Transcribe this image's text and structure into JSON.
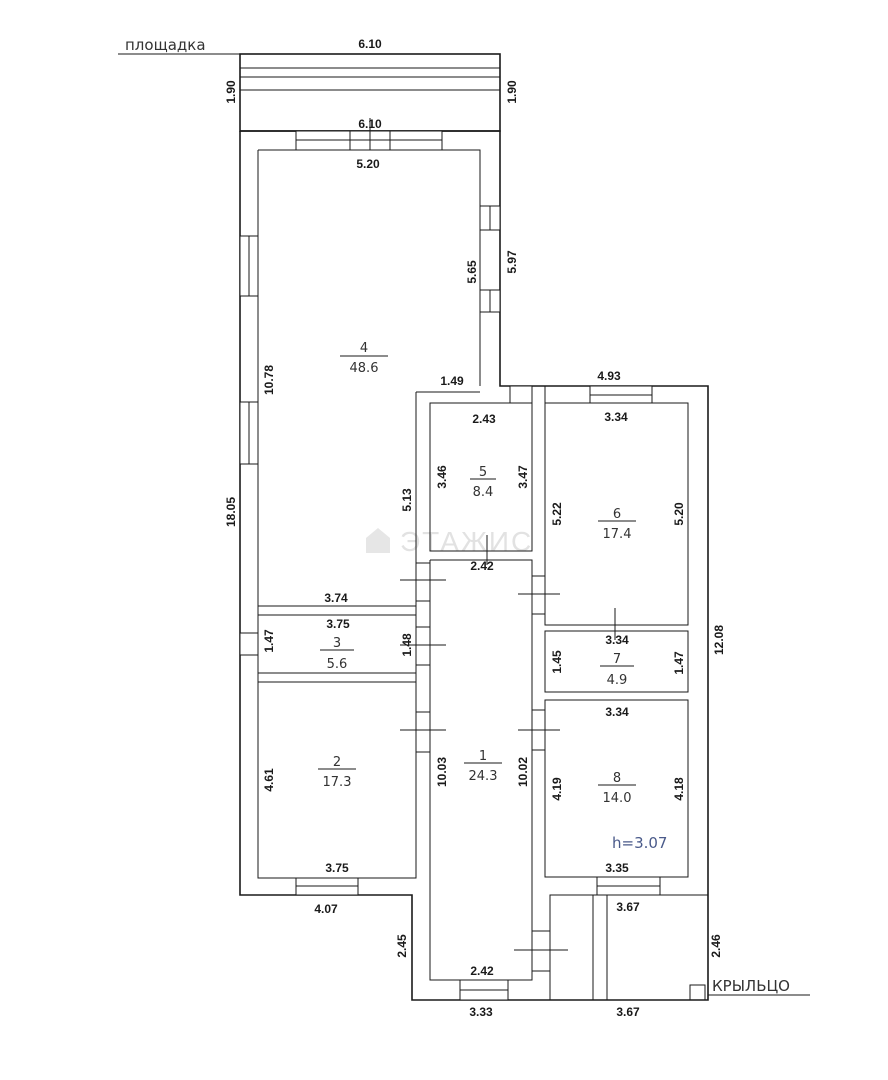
{
  "labels": {
    "terrace": "площадка",
    "porch": "КРЫЛЬЦО",
    "ceiling_height": "h=3.07",
    "watermark": "ЭТАЖИС"
  },
  "rooms": [
    {
      "num": "1",
      "area": "24.3"
    },
    {
      "num": "2",
      "area": "17.3"
    },
    {
      "num": "3",
      "area": "5.6"
    },
    {
      "num": "4",
      "area": "48.6"
    },
    {
      "num": "5",
      "area": "8.4"
    },
    {
      "num": "6",
      "area": "17.4"
    },
    {
      "num": "7",
      "area": "4.9"
    },
    {
      "num": "8",
      "area": "14.0"
    }
  ],
  "dims": {
    "terrace_width": "6.10",
    "terrace_depth_left": "1.90",
    "terrace_depth_right": "1.90",
    "room4_outer_width": "6.10",
    "room4_inner_width": "5.20",
    "room4_right_wall": "5.65",
    "room4_right_outer": "5.97",
    "room4_left_height": "10.78",
    "room4_step_width": "1.49",
    "left_total_height": "18.05",
    "right_total_height": "12.08",
    "room5_width_top": "2.43",
    "room5_height_left": "3.46",
    "room5_height_right": "3.47",
    "room5_width_bottom": "2.42",
    "hall_left_upper": "5.13",
    "room6_outer_width": "4.93",
    "room6_width": "3.34",
    "room6_height_left": "5.22",
    "room6_height_right": "5.20",
    "room3_top_outer": "3.74",
    "room3_width": "3.75",
    "room3_height_left": "1.47",
    "room3_height_right": "1.48",
    "room7_width": "3.34",
    "room7_height_left": "1.45",
    "room7_height_right": "1.47",
    "room8_width_top": "3.34",
    "room8_height_left": "4.19",
    "room8_height_right": "4.18",
    "room8_width_bottom": "3.35",
    "room2_height": "4.61",
    "room2_width": "3.75",
    "room1_height_left": "10.03",
    "room1_height_right": "10.02",
    "room1_width_bottom": "2.42",
    "bottom_left_outer": "4.07",
    "hall_step": "2.45",
    "hall_bottom_outer": "3.33",
    "porch_width_top": "3.67",
    "porch_width_bottom": "3.67",
    "porch_depth": "2.46"
  }
}
